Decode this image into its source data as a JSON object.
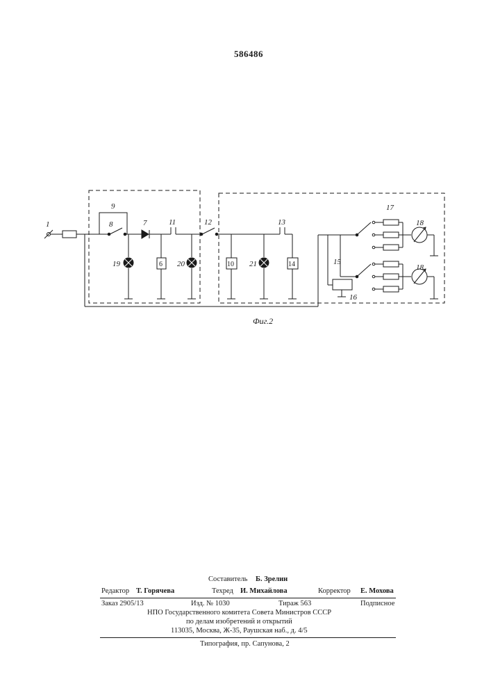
{
  "document": {
    "patent_number": "586486",
    "figure_caption": "Фиг.2"
  },
  "diagram": {
    "labels": {
      "n1": "1",
      "n6": "6",
      "n7": "7",
      "n8": "8",
      "n9": "9",
      "n10": "10",
      "n11": "11",
      "n12": "12",
      "n13": "13",
      "n14": "14",
      "n15": "15",
      "n16": "16",
      "n17": "17",
      "n18a": "18",
      "n18b": "18",
      "n19": "19",
      "n20": "20",
      "n21": "21"
    }
  },
  "imprint": {
    "compiler_label": "Составитель",
    "compiler_name": "Б. Зрелин",
    "editor_label": "Редактор",
    "editor_name": "Т. Горячева",
    "techred_label": "Техред",
    "techred_name": "И. Михайлова",
    "corrector_label": "Корректор",
    "corrector_name": "Е. Мохова",
    "order": "Заказ 2905/13",
    "edition_no": "Изд. № 1030",
    "print_run": "Тираж 563",
    "subscription": "Подписное",
    "org_line1": "НПО Государственного комитета Совета Министров СССР",
    "org_line2": "по делам изобретений и открытий",
    "address": "113035, Москва, Ж-35, Раушская наб., д. 4/5",
    "printing_house": "Типография, пр. Сапунова, 2"
  }
}
